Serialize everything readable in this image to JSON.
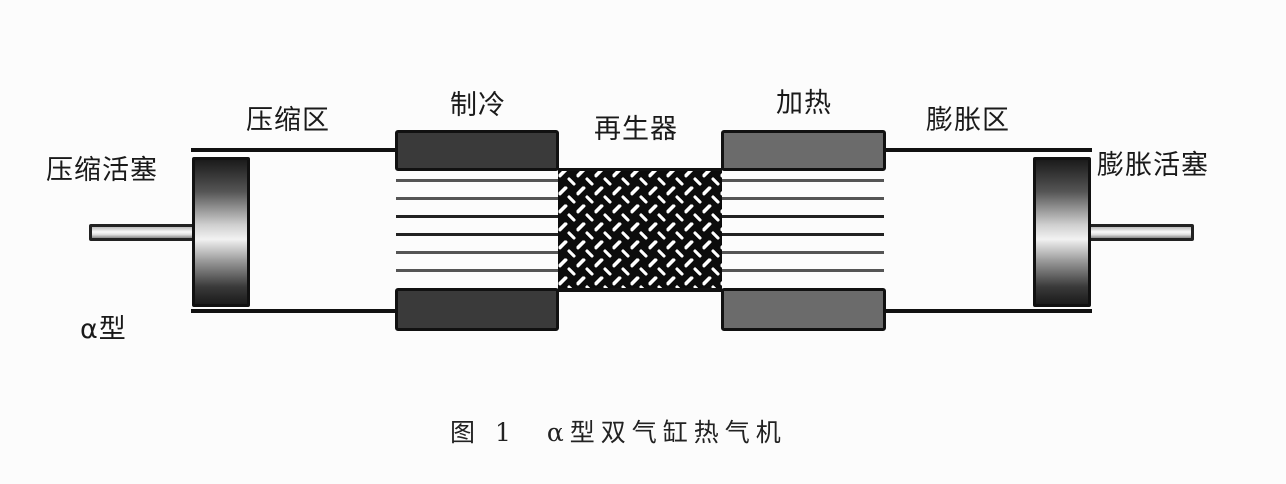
{
  "diagram": {
    "type": "alpha-type twin-cylinder Stirling engine schematic",
    "labels": {
      "compression_zone": "压缩区",
      "compression_piston": "压缩活塞",
      "cooling": "制冷",
      "regenerator": "再生器",
      "heating": "加热",
      "expansion_zone": "膨胀区",
      "expansion_piston": "膨胀活塞",
      "alpha_type": "α型"
    },
    "caption": {
      "figure_number": "图 1",
      "title": "α型双气缸热气机"
    },
    "components": [
      {
        "name": "compression-piston",
        "side": "left"
      },
      {
        "name": "compression-zone",
        "side": "left"
      },
      {
        "name": "cooler",
        "position": "center-left",
        "color": "#3a3a3a"
      },
      {
        "name": "regenerator",
        "position": "center",
        "pattern": "woven mesh"
      },
      {
        "name": "heater",
        "position": "center-right",
        "color": "#6b6b6b"
      },
      {
        "name": "expansion-zone",
        "side": "right"
      },
      {
        "name": "expansion-piston",
        "side": "right"
      }
    ],
    "tube_count": 6,
    "colors": {
      "background": "#fcfcfc",
      "outline": "#111111",
      "cooler_fill": "#3a3a3a",
      "heater_fill": "#6b6b6b",
      "regenerator_fill": "#0c0c0c"
    }
  }
}
